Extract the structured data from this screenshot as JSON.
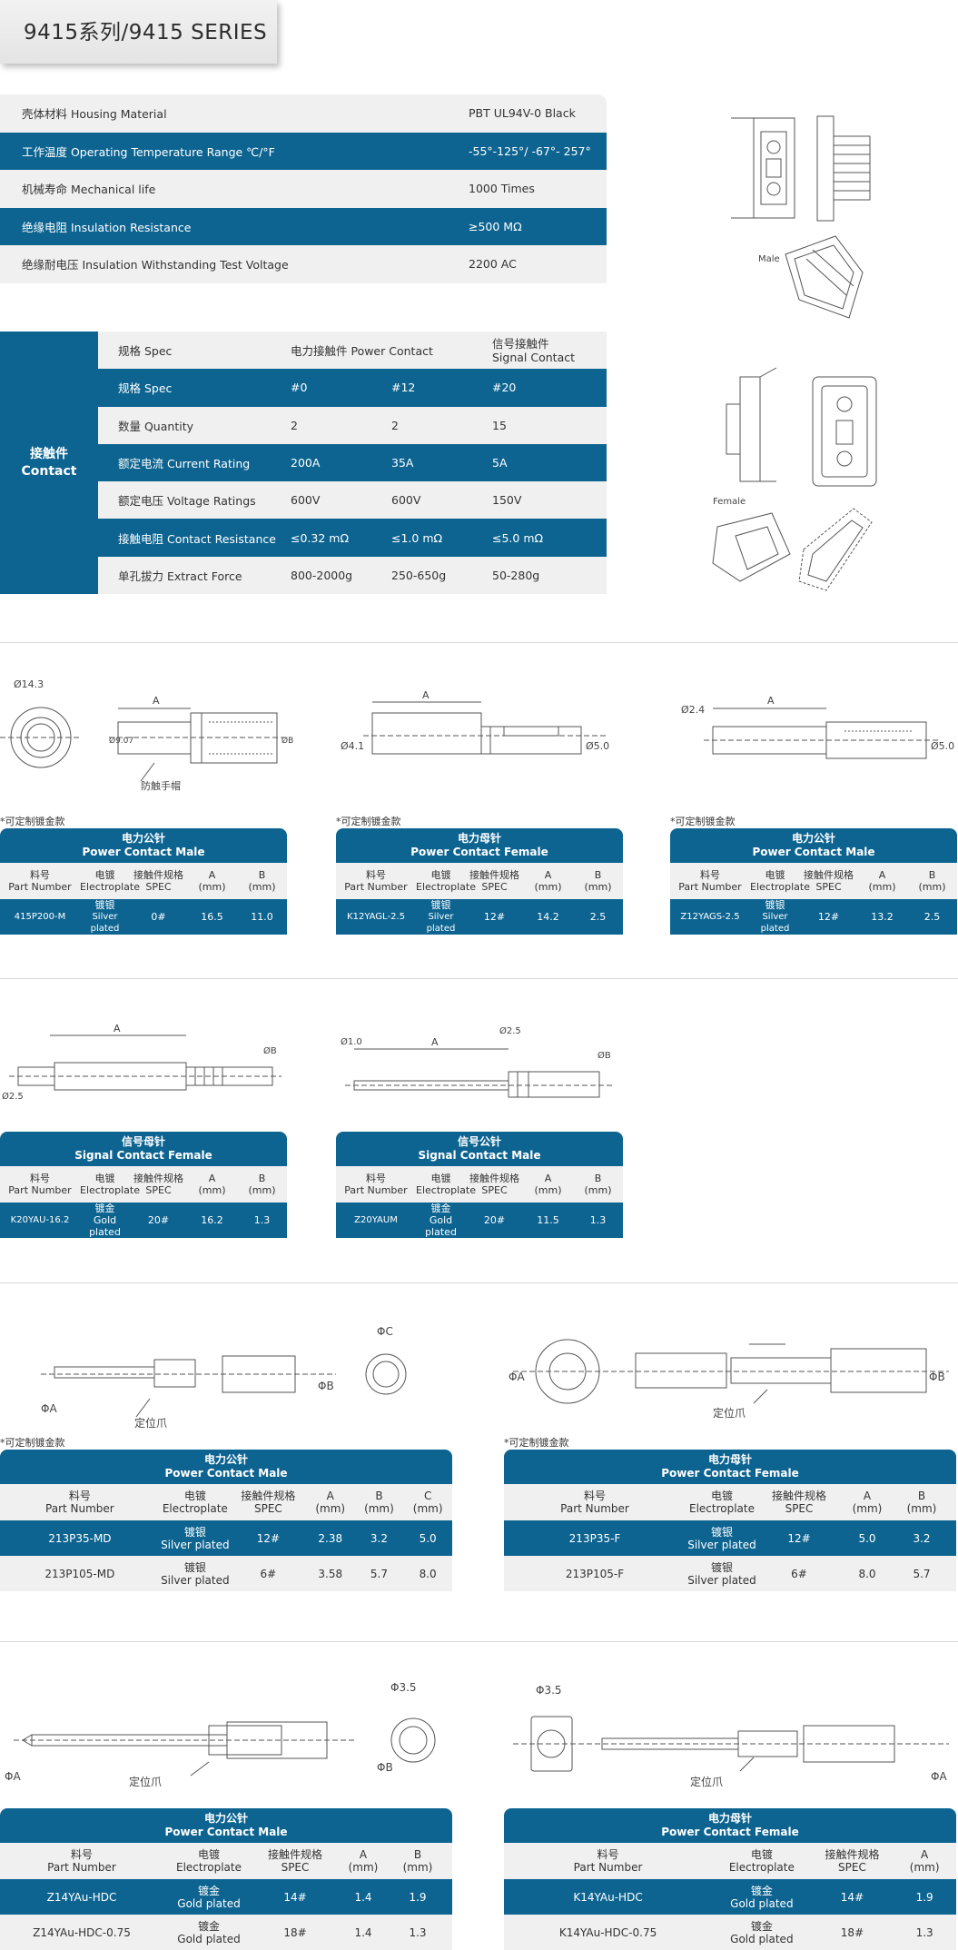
{
  "title": "9415系列/9415 SERIES",
  "material": [
    {
      "k": "壳体材料 Housing Material",
      "v": "PBT UL94V-0 Black"
    },
    {
      "k": "工作温度 Operating Temperature Range ℃/°F",
      "v": "-55°-125°/ -67°- 257°"
    },
    {
      "k": "机械寿命 Mechanical life",
      "v": "1000 Times"
    },
    {
      "k": "绝缘电阻 Insulation Resistance",
      "v": "≥500 MΩ"
    },
    {
      "k": "绝缘耐电压 Insulation Withstanding Test Voltage",
      "v": "2200 AC"
    }
  ],
  "contact": {
    "side_cn": "接触件",
    "side_en": "Contact",
    "header": {
      "spec": "规格 Spec",
      "power": "电力接触件 Power Contact",
      "signal_cn": "信号接触件",
      "signal_en": "Signal Contact"
    },
    "rows": [
      [
        "规格 Spec",
        "#0",
        "#12",
        "#20"
      ],
      [
        "数量 Quantity",
        "2",
        "2",
        "15"
      ],
      [
        "额定电流 Current Rating",
        "200A",
        "35A",
        "5A"
      ],
      [
        "额定电压 Voltage Ratings",
        "600V",
        "600V",
        "150V"
      ],
      [
        "接触电阻 Contact Resistance",
        "≤0.32 mΩ",
        "≤1.0 mΩ",
        "≤5.0 mΩ"
      ],
      [
        "单孔拔力 Extract Force",
        "800-2000g",
        "250-650g",
        "50-280g"
      ]
    ]
  },
  "labels": {
    "male": "Male",
    "female": "Female",
    "anti_touch": "防触手帽",
    "locator": "定位爪",
    "note": "*可定制镀金款",
    "dim_a": "A",
    "dim_b": "ØB",
    "dim_14": "Ø14.3",
    "dim_907": "Ø9.07",
    "dim_41": "Ø4.1",
    "dim_50": "Ø5.0",
    "dim_24": "Ø2.4",
    "dim_25": "Ø2.5",
    "dim_10": "Ø1.0",
    "phi_a": "ΦA",
    "phi_b": "ΦB",
    "phi_c": "ΦC",
    "phi_35": "Φ3.5"
  },
  "col_headers": {
    "part_cn": "料号",
    "part_en": "Part Number",
    "elec_cn": "电镀",
    "elec_en": "Electroplate",
    "spec_cn": "接触件规格",
    "spec_en": "SPEC",
    "a": "A",
    "b": "B",
    "c": "C",
    "unit": "(mm)"
  },
  "tables": {
    "t1": {
      "title_cn": "电力公针",
      "title_en": "Power Contact Male",
      "rows": [
        {
          "part": "415P200-M",
          "cn": "镀银",
          "en": "Silver plated",
          "spec": "0#",
          "a": "16.5",
          "b": "11.0"
        }
      ]
    },
    "t2": {
      "title_cn": "电力母针",
      "title_en": "Power Contact Female",
      "rows": [
        {
          "part": "K12YAGL-2.5",
          "cn": "镀银",
          "en": "Silver plated",
          "spec": "12#",
          "a": "14.2",
          "b": "2.5"
        }
      ]
    },
    "t3": {
      "title_cn": "电力公针",
      "title_en": "Power Contact Male",
      "rows": [
        {
          "part": "Z12YAGS-2.5",
          "cn": "镀银",
          "en": "Silver plated",
          "spec": "12#",
          "a": "13.2",
          "b": "2.5"
        }
      ]
    },
    "t4": {
      "title_cn": "信号母针",
      "title_en": "Signal Contact Female",
      "rows": [
        {
          "part": "K20YAU-16.2",
          "cn": "镀金",
          "en": "Gold plated",
          "spec": "20#",
          "a": "16.2",
          "b": "1.3"
        }
      ]
    },
    "t5": {
      "title_cn": "信号公针",
      "title_en": "Signal  Contact Male",
      "rows": [
        {
          "part": "Z20YAUM",
          "cn": "镀金",
          "en": "Gold plated",
          "spec": "20#",
          "a": "11.5",
          "b": "1.3"
        }
      ]
    },
    "t6": {
      "title_cn": "电力公针",
      "title_en": "Power Contact Male",
      "rows": [
        {
          "part": "213P35-MD",
          "cn": "镀银",
          "en": "Silver plated",
          "spec": "12#",
          "a": "2.38",
          "b": "3.2",
          "c": "5.0"
        },
        {
          "part": "213P105-MD",
          "cn": "镀银",
          "en": "Silver plated",
          "spec": "6#",
          "a": "3.58",
          "b": "5.7",
          "c": "8.0"
        }
      ]
    },
    "t7": {
      "title_cn": "电力母针",
      "title_en": "Power Contact Female",
      "rows": [
        {
          "part": "213P35-F",
          "cn": "镀银",
          "en": "Silver plated",
          "spec": "12#",
          "a": "5.0",
          "b": "3.2"
        },
        {
          "part": "213P105-F",
          "cn": "镀银",
          "en": "Silver plated",
          "spec": "6#",
          "a": "8.0",
          "b": "5.7"
        }
      ]
    },
    "t8": {
      "title_cn": "电力公针",
      "title_en": "Power Contact Male",
      "rows": [
        {
          "part": "Z14YAu-HDC",
          "cn": "镀金",
          "en": "Gold plated",
          "spec": "14#",
          "a": "1.4",
          "b": "1.9"
        },
        {
          "part": "Z14YAu-HDC-0.75",
          "cn": "镀金",
          "en": "Gold plated",
          "spec": "18#",
          "a": "1.4",
          "b": "1.3"
        }
      ]
    },
    "t9": {
      "title_cn": "电力母针",
      "title_en": "Power Contact Female",
      "rows": [
        {
          "part": "K14YAu-HDC",
          "cn": "镀金",
          "en": "Gold plated",
          "spec": "14#",
          "a": "1.9"
        },
        {
          "part": "K14YAu-HDC-0.75",
          "cn": "镀金",
          "en": "Gold plated",
          "spec": "18#",
          "a": "1.3"
        }
      ]
    }
  },
  "colors": {
    "blue": "#0d6491",
    "light": "#f0f0f0"
  }
}
